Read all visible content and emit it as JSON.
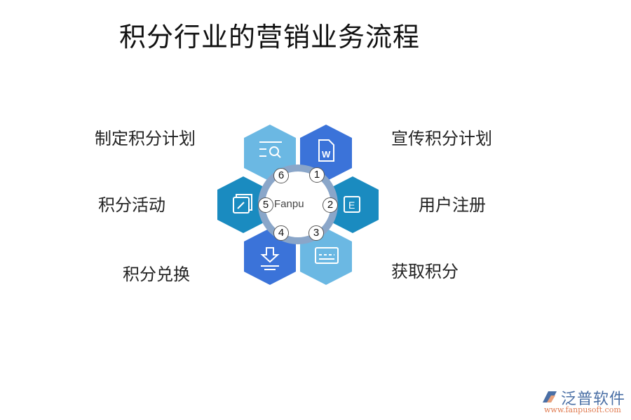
{
  "title": "积分行业的营销业务流程",
  "center_label": "Fanpu",
  "steps": [
    {
      "num": "1",
      "label": "宣传积分计划",
      "icon": "word-document-icon",
      "color": "#3b73d9"
    },
    {
      "num": "2",
      "label": "用户注册",
      "icon": "letter-e-icon",
      "color": "#1a8bc0"
    },
    {
      "num": "3",
      "label": "获取积分",
      "icon": "keyboard-card-icon",
      "color": "#6bb8e3"
    },
    {
      "num": "4",
      "label": "积分兑换",
      "icon": "download-icon",
      "color": "#3b73d9"
    },
    {
      "num": "5",
      "label": "积分活动",
      "icon": "link-copy-icon",
      "color": "#1a8bc0"
    },
    {
      "num": "6",
      "label": "制定积分计划",
      "icon": "search-list-icon",
      "color": "#6bb8e3"
    }
  ],
  "logo": {
    "name": "泛普软件",
    "url": "www.fanpusoft.com"
  }
}
